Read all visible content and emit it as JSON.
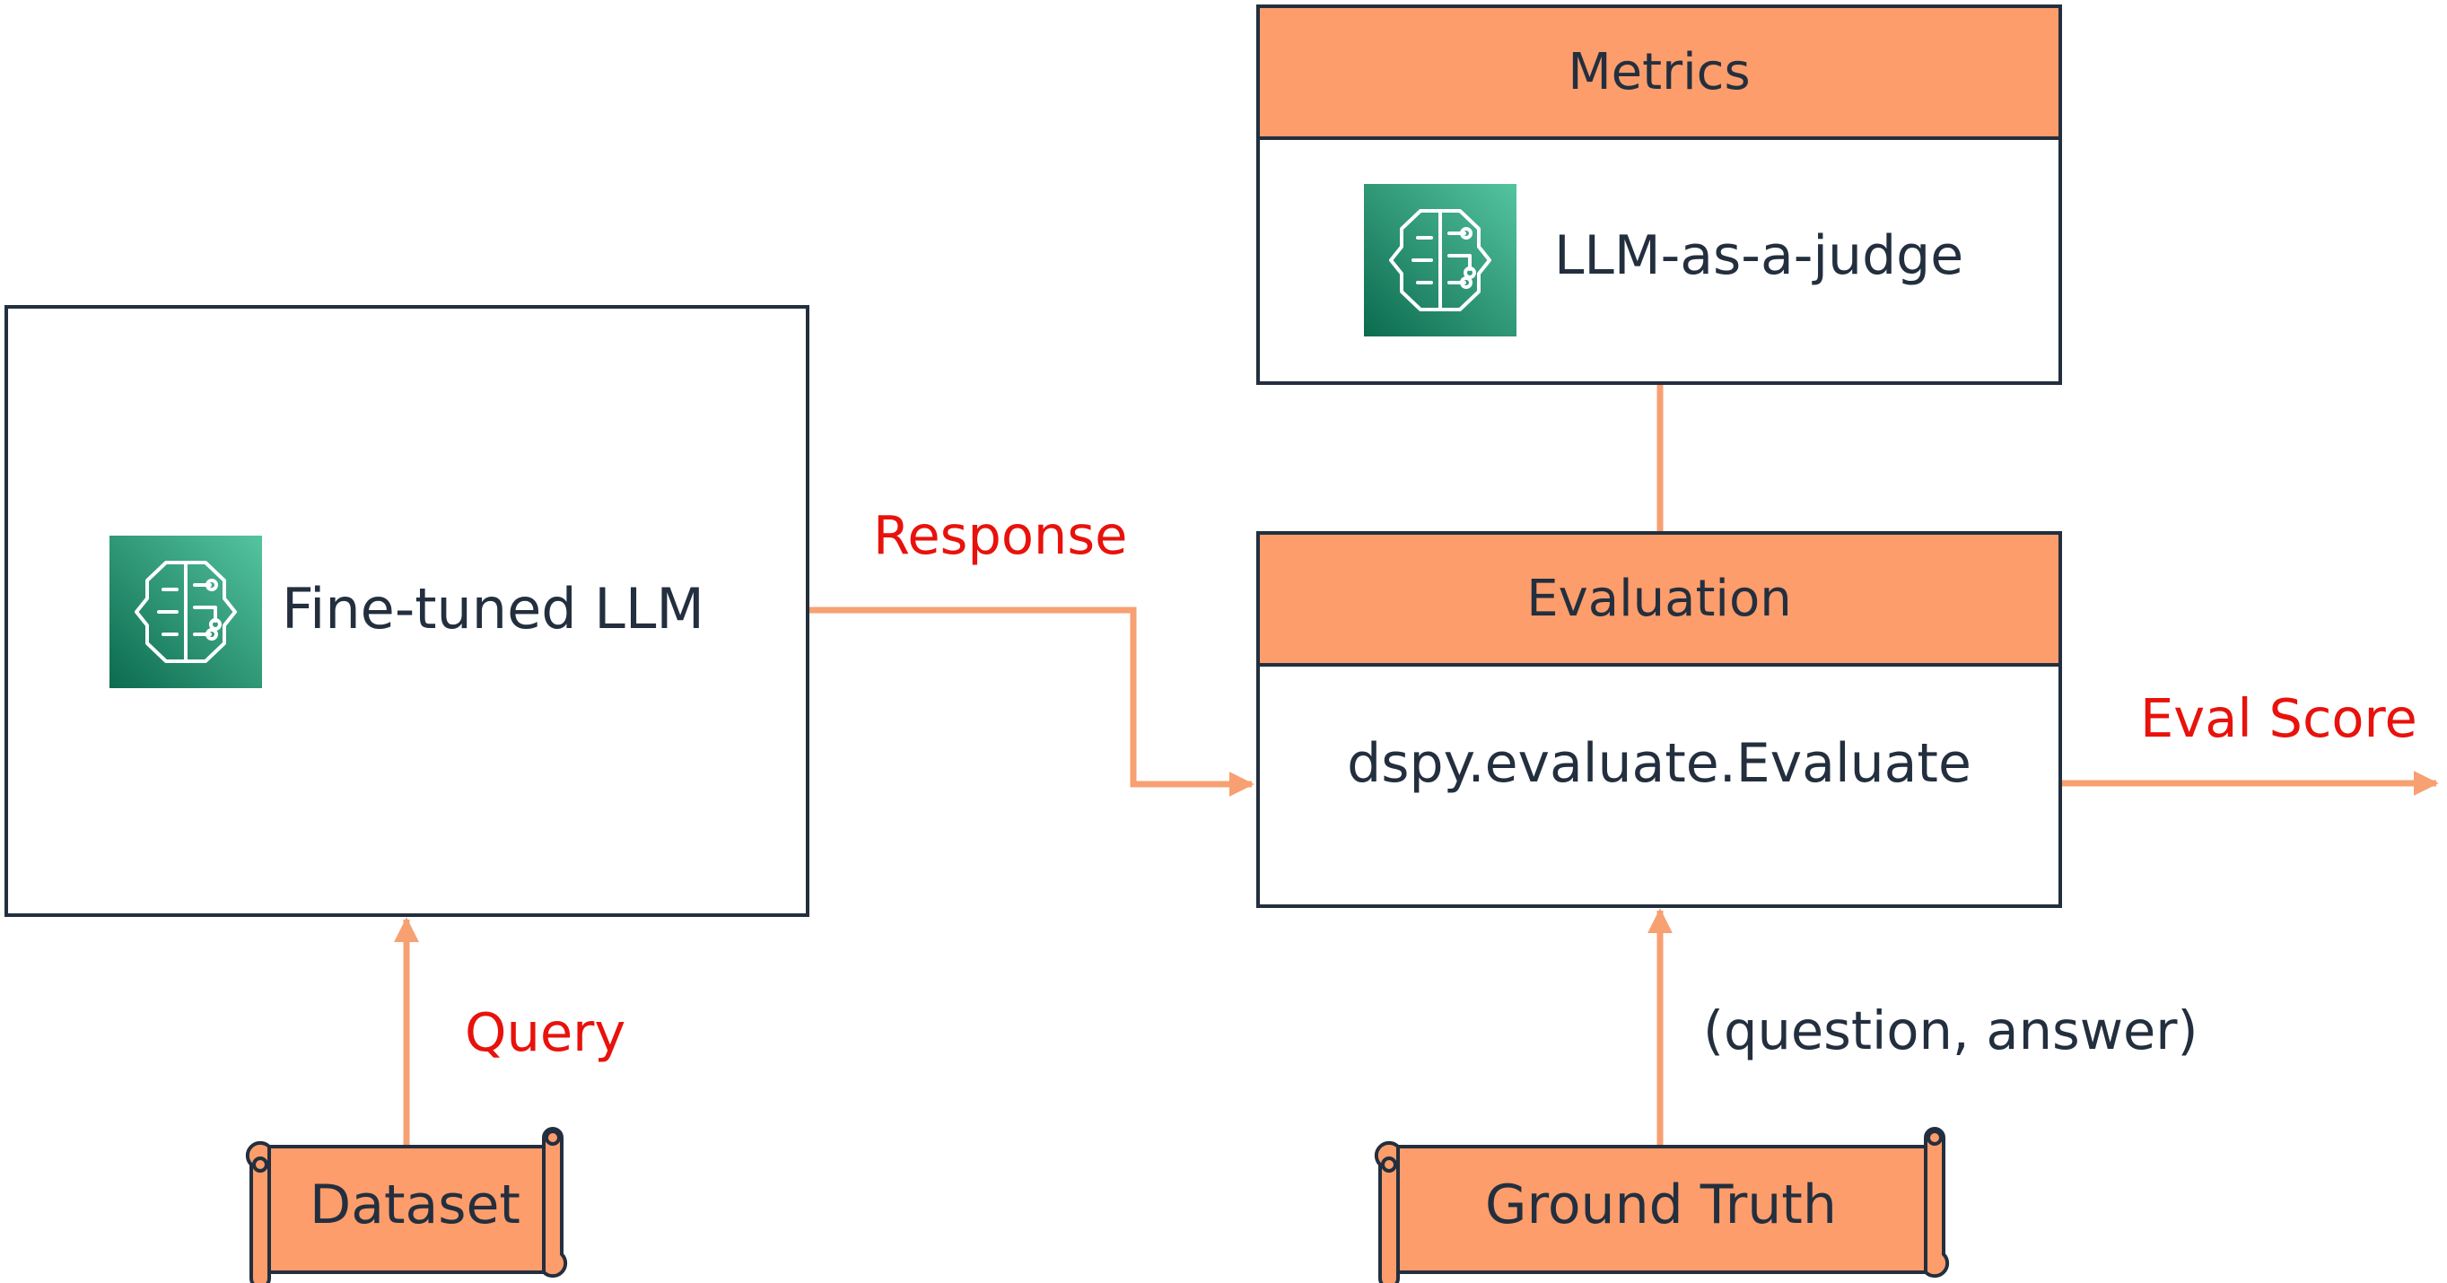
{
  "nodes": {
    "finetuned": {
      "label": "Fine-tuned LLM",
      "icon": "sagemaker-brain-icon"
    },
    "metrics": {
      "header": "Metrics",
      "label": "LLM-as-a-judge",
      "icon": "sagemaker-brain-icon"
    },
    "evaluation": {
      "header": "Evaluation",
      "label": "dspy.evaluate.Evaluate"
    },
    "dataset": {
      "label": "Dataset"
    },
    "ground_truth": {
      "label": "Ground Truth"
    }
  },
  "edges": {
    "response": "Response",
    "query": "Query",
    "eval_score": "Eval Score",
    "question_answer": "(question, answer)"
  },
  "colors": {
    "accent_orange": "#fc9d6b",
    "arrow_orange": "#f7a072",
    "label_red": "#e8120c",
    "border_dark": "#232f3e",
    "icon_green_dark": "#0b6b4e",
    "icon_green_light": "#55c4a0"
  }
}
